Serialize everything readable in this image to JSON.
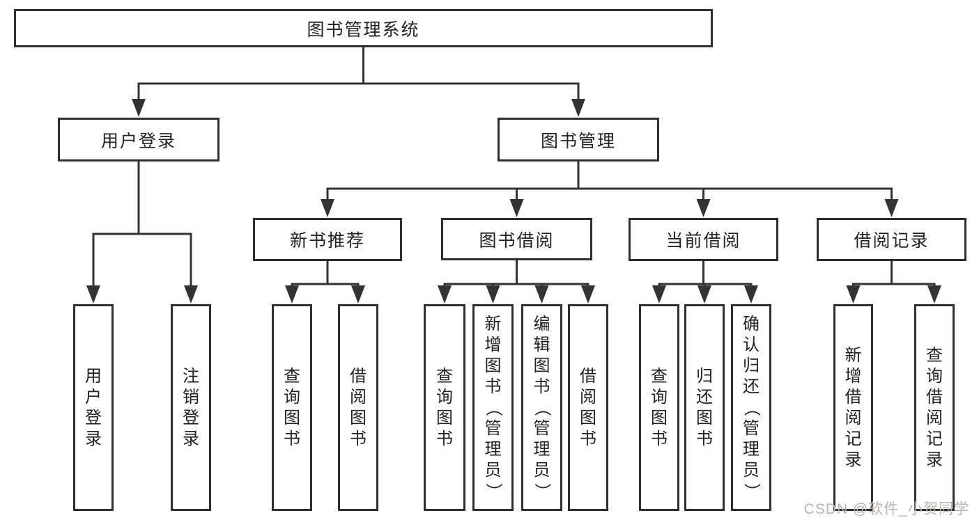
{
  "diagram": {
    "type": "tree",
    "title": "图书管理系统",
    "watermark": "CSDN @软件_小贺同学",
    "colors": {
      "background": "#ffffff",
      "line": "#333333",
      "box_border": "#2e2e2e",
      "text": "#222222",
      "watermark": "#b8b3b3"
    },
    "nodes": [
      {
        "id": "root",
        "label": "图书管理系统",
        "level": 1,
        "parent": null,
        "vertical": false
      },
      {
        "id": "user-login-group",
        "label": "用户登录",
        "level": 2,
        "parent": "root",
        "vertical": false
      },
      {
        "id": "book-mgmt",
        "label": "图书管理",
        "level": 2,
        "parent": "root",
        "vertical": false
      },
      {
        "id": "new-book-rec",
        "label": "新书推荐",
        "level": 3,
        "parent": "book-mgmt",
        "vertical": false
      },
      {
        "id": "book-borrow",
        "label": "图书借阅",
        "level": 3,
        "parent": "book-mgmt",
        "vertical": false
      },
      {
        "id": "current-borrow",
        "label": "当前借阅",
        "level": 3,
        "parent": "book-mgmt",
        "vertical": false
      },
      {
        "id": "borrow-record",
        "label": "借阅记录",
        "level": 3,
        "parent": "book-mgmt",
        "vertical": false
      },
      {
        "id": "user-login",
        "label": "用户登录",
        "level": 4,
        "parent": "user-login-group",
        "vertical": true
      },
      {
        "id": "logout",
        "label": "注销登录",
        "level": 4,
        "parent": "user-login-group",
        "vertical": true
      },
      {
        "id": "rec-query",
        "label": "查询图书",
        "level": 4,
        "parent": "new-book-rec",
        "vertical": true
      },
      {
        "id": "rec-borrow",
        "label": "借阅图书",
        "level": 4,
        "parent": "new-book-rec",
        "vertical": true
      },
      {
        "id": "bb-query",
        "label": "查询图书",
        "level": 4,
        "parent": "book-borrow",
        "vertical": true
      },
      {
        "id": "bb-add",
        "label": "新增图书（管理员）",
        "level": 4,
        "parent": "book-borrow",
        "vertical": true
      },
      {
        "id": "bb-edit",
        "label": "编辑图书（管理员）",
        "level": 4,
        "parent": "book-borrow",
        "vertical": true
      },
      {
        "id": "bb-borrow",
        "label": "借阅图书",
        "level": 4,
        "parent": "book-borrow",
        "vertical": true
      },
      {
        "id": "cb-query",
        "label": "查询图书",
        "level": 4,
        "parent": "current-borrow",
        "vertical": true
      },
      {
        "id": "cb-return",
        "label": "归还图书",
        "level": 4,
        "parent": "current-borrow",
        "vertical": true
      },
      {
        "id": "cb-confirm",
        "label": "确认归还（管理员）",
        "level": 4,
        "parent": "current-borrow",
        "vertical": true
      },
      {
        "id": "br-add",
        "label": "新增借阅记录",
        "level": 4,
        "parent": "borrow-record",
        "vertical": true
      },
      {
        "id": "br-query",
        "label": "查询借阅记录",
        "level": 4,
        "parent": "borrow-record",
        "vertical": true
      }
    ]
  }
}
